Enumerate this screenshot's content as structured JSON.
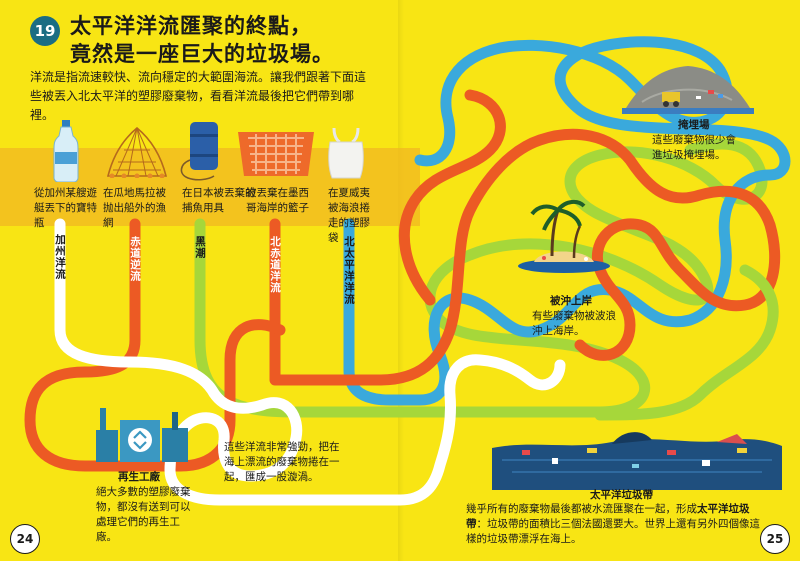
{
  "chapter_number": "19",
  "title_line1": "太平洋洋流匯聚的終點，",
  "title_line2": "竟然是一座巨大的垃圾場。",
  "intro": "洋流是指流速較快、流向穩定的大範圍海流。讓我們跟著下面這些被丟入北太平洋的塑膠廢棄物，看看洋流最後把它們帶到哪裡。",
  "items": [
    {
      "icon": "plastic-bottle",
      "caption": "從加州某艘遊艇丟下的寶特瓶",
      "current": "加州洋流"
    },
    {
      "icon": "fishing-net",
      "caption": "在瓜地馬拉被抛出船外的漁網",
      "current": "赤道逆流"
    },
    {
      "icon": "fishing-gear-barrel",
      "caption": "在日本被丟棄的捕魚用具",
      "current": "黑潮"
    },
    {
      "icon": "crate-basket",
      "caption": "被丟棄在墨西哥海岸的籃子",
      "current": "北赤道洋流"
    },
    {
      "icon": "plastic-bag",
      "caption": "在夏威夷被海浪捲走的塑膠袋",
      "current": "北太平洋洋流"
    }
  ],
  "recycling": {
    "title": "再生工廠",
    "text": "絕大多數的塑膠廢棄物，都沒有送到可以處理它們的再生工廠。"
  },
  "strong_current": "這些洋流非常強勁，把在海上漂流的廢棄物捲在一起，匯成一股漩渦。",
  "landfill": {
    "title": "掩埋場",
    "text": "這些廢棄物很少會進垃圾掩埋場。"
  },
  "washed_ashore": {
    "title": "被沖上岸",
    "text": "有些廢棄物被波浪沖上海岸。"
  },
  "garbage_patch": {
    "title": "太平洋垃圾帶",
    "text_pre": "幾乎所有的廢棄物最後都被水流匯聚在一起，形成",
    "text_bold": "太平洋垃圾帶",
    "text_post": "：垃圾帶的面積比三個法國還要大。世界上還有另外四個像這樣的垃圾帶漂浮在海上。"
  },
  "page_left": "24",
  "page_right": "25",
  "colors": {
    "background": "#f8e514",
    "band": "#f2b722",
    "orange": "#ec5a24",
    "white": "#ffffff",
    "green": "#a6d73a",
    "blue": "#3aa9dc",
    "teal": "#1b6d83"
  }
}
